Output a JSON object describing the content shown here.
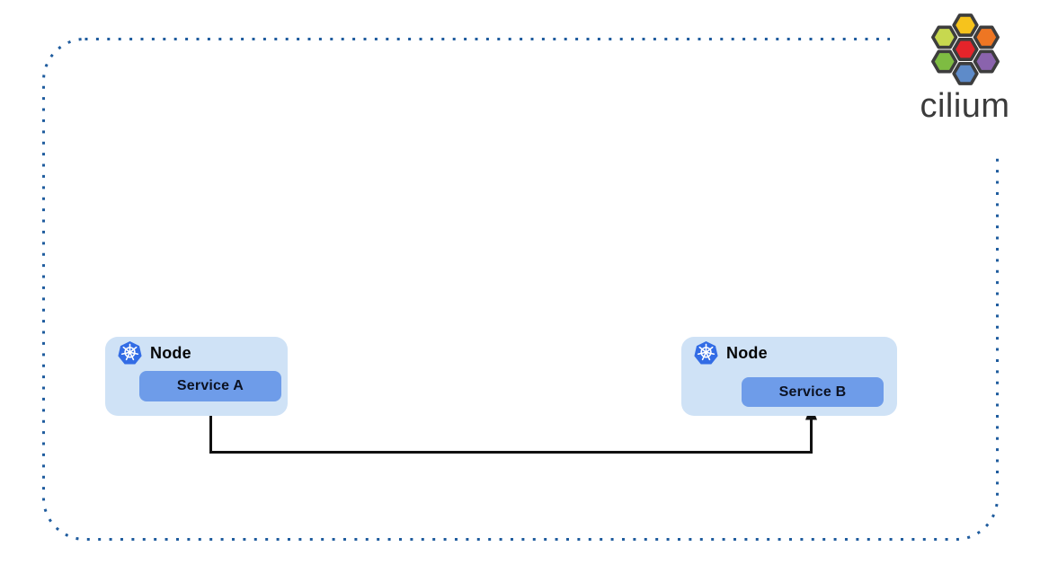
{
  "logo": {
    "text": "cilium",
    "outline_color": "#3D3D3D",
    "hexagons": [
      {
        "position": "top",
        "color": "#F6C31C"
      },
      {
        "position": "upper-left",
        "color": "#C7D84F"
      },
      {
        "position": "upper-right",
        "color": "#EE7623"
      },
      {
        "position": "center",
        "color": "#E5242A"
      },
      {
        "position": "lower-left",
        "color": "#7EBC42"
      },
      {
        "position": "lower-right",
        "color": "#8A63AD"
      },
      {
        "position": "bottom",
        "color": "#5E8BC9"
      }
    ]
  },
  "border": {
    "style": "dotted",
    "color": "#1F5C9E"
  },
  "nodes": [
    {
      "label": "Node",
      "icon": "kubernetes-icon",
      "service": {
        "label": "Service A"
      }
    },
    {
      "label": "Node",
      "icon": "kubernetes-icon",
      "service": {
        "label": "Service B"
      }
    }
  ],
  "connector": {
    "from": "Service A",
    "to": "Service B",
    "color": "#111111"
  },
  "colors": {
    "node_bg": "#CFE2F6",
    "service_bg": "#6E9CE9",
    "k8s_blue": "#326CE5",
    "wordmark": "#3B3B3B"
  }
}
